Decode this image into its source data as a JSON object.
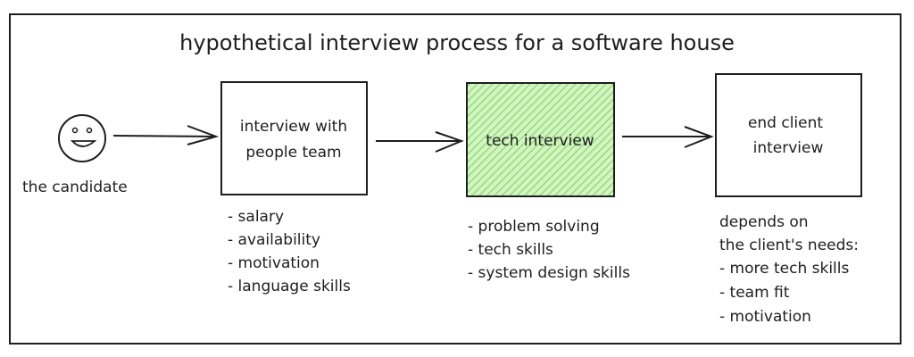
{
  "title": "hypothetical interview process for a software house",
  "candidate": {
    "label": "the candidate"
  },
  "steps": [
    {
      "label_lines": [
        "interview with",
        "people team"
      ],
      "items": [
        "- salary",
        "- availability",
        "- motivation",
        "- language skills"
      ]
    },
    {
      "label_lines": [
        "tech interview"
      ],
      "items": [
        "- problem solving",
        "- tech skills",
        "- system design skills"
      ],
      "fill": "#b2f2bb",
      "hatch": "#8cd66a"
    },
    {
      "label_lines": [
        "end client",
        "interview"
      ],
      "items": [
        "depends on",
        "the client's needs:",
        "- more tech skills",
        "- team fit",
        "- motivation"
      ]
    }
  ],
  "colors": {
    "stroke": "#1e1e1e",
    "highlight": "#b2f2bb"
  }
}
